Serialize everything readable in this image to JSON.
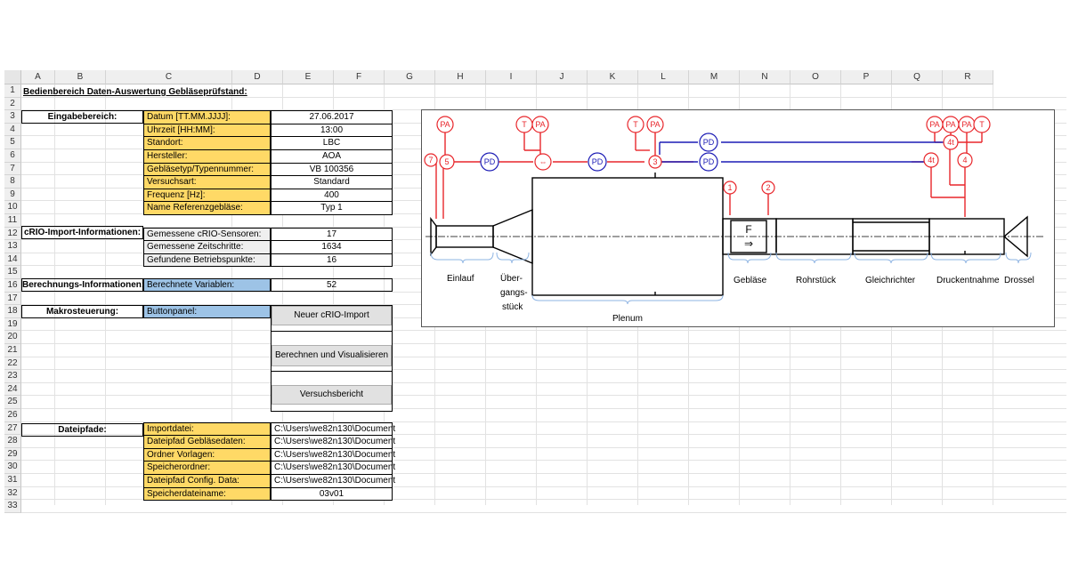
{
  "columns": [
    "A",
    "B",
    "C",
    "D",
    "E",
    "F",
    "G",
    "H",
    "I",
    "J",
    "K",
    "L",
    "M",
    "N",
    "O",
    "P",
    "Q",
    "R"
  ],
  "rows": [
    "1",
    "2",
    "3",
    "4",
    "5",
    "6",
    "7",
    "8",
    "9",
    "10",
    "11",
    "12",
    "13",
    "14",
    "15",
    "16",
    "17",
    "18",
    "19",
    "20",
    "21",
    "22",
    "23",
    "24",
    "25",
    "26",
    "27",
    "28",
    "29",
    "30",
    "31",
    "32",
    "33"
  ],
  "title": "Bedienbereich Daten-Auswertung Gebläseprüfstand:",
  "input": {
    "section_label": "Eingabebereich:",
    "fields": [
      {
        "label": "Datum [TT.MM.JJJJ]:",
        "value": "27.06.2017"
      },
      {
        "label": "Uhrzeit [HH:MM]:",
        "value": "13:00"
      },
      {
        "label": "Standort:",
        "value": "LBC"
      },
      {
        "label": "Hersteller:",
        "value": "AOA"
      },
      {
        "label": "Gebläsetyp/Typennummer:",
        "value": "VB 100356"
      },
      {
        "label": "Versuchsart:",
        "value": "Standard"
      },
      {
        "label": "Frequenz [Hz]:",
        "value": "400"
      },
      {
        "label": "Name Referenzgebläse:",
        "value": "Typ 1"
      }
    ]
  },
  "crio": {
    "section_label": "cRIO-Import-Informationen:",
    "fields": [
      {
        "label": "Gemessene cRIO-Sensoren:",
        "value": "17"
      },
      {
        "label": "Gemessene Zeitschritte:",
        "value": "1634"
      },
      {
        "label": "Gefundene Betriebspunkte:",
        "value": "16"
      }
    ]
  },
  "calc": {
    "section_label": "Berechnungs-Informationen:",
    "label": "Berechnete Variablen:",
    "value": "52"
  },
  "macro": {
    "section_label": "Makrosteuerung:",
    "label": "Buttonpanel:",
    "buttons": [
      "Neuer cRIO-Import",
      "Berechnen und Visualisieren",
      "Versuchsbericht"
    ]
  },
  "paths": {
    "section_label": "Dateipfade:",
    "fields": [
      {
        "label": "Importdatei:",
        "value": "C:\\Users\\we82n130\\Document"
      },
      {
        "label": "Dateipfad Gebläsedaten:",
        "value": "C:\\Users\\we82n130\\Document"
      },
      {
        "label": "Ordner Vorlagen:",
        "value": "C:\\Users\\we82n130\\Document"
      },
      {
        "label": "Speicherordner:",
        "value": "C:\\Users\\we82n130\\Document"
      },
      {
        "label": "Dateipfad Config. Data:",
        "value": "C:\\Users\\we82n130\\Document"
      },
      {
        "label": "Speicherdateiname:",
        "value": "03v01"
      }
    ]
  },
  "diagram": {
    "sensor_labels": {
      "pa": "PA",
      "t": "T",
      "pd": "PD",
      "n7": "7",
      "n5": "5",
      "n3": "3",
      "n4": "4",
      "n1": "1",
      "n2": "2",
      "n4t": "4t",
      "flow": "⇔"
    },
    "fan_symbol": "F",
    "fan_arrow": "⇒",
    "sections": [
      "Einlauf",
      "Über-",
      "gangs-",
      "stück",
      "Plenum",
      "Gebläse",
      "Rohrstück",
      "Gleichrichter",
      "Druckentnahme",
      "Drossel"
    ]
  },
  "colors": {
    "sensor_red": "#e8262b",
    "sensor_blue": "#1b1bb5",
    "input_yellow": "#ffd966",
    "info_blue": "#9dc3e6",
    "brace_blue": "#8eb4e3"
  }
}
